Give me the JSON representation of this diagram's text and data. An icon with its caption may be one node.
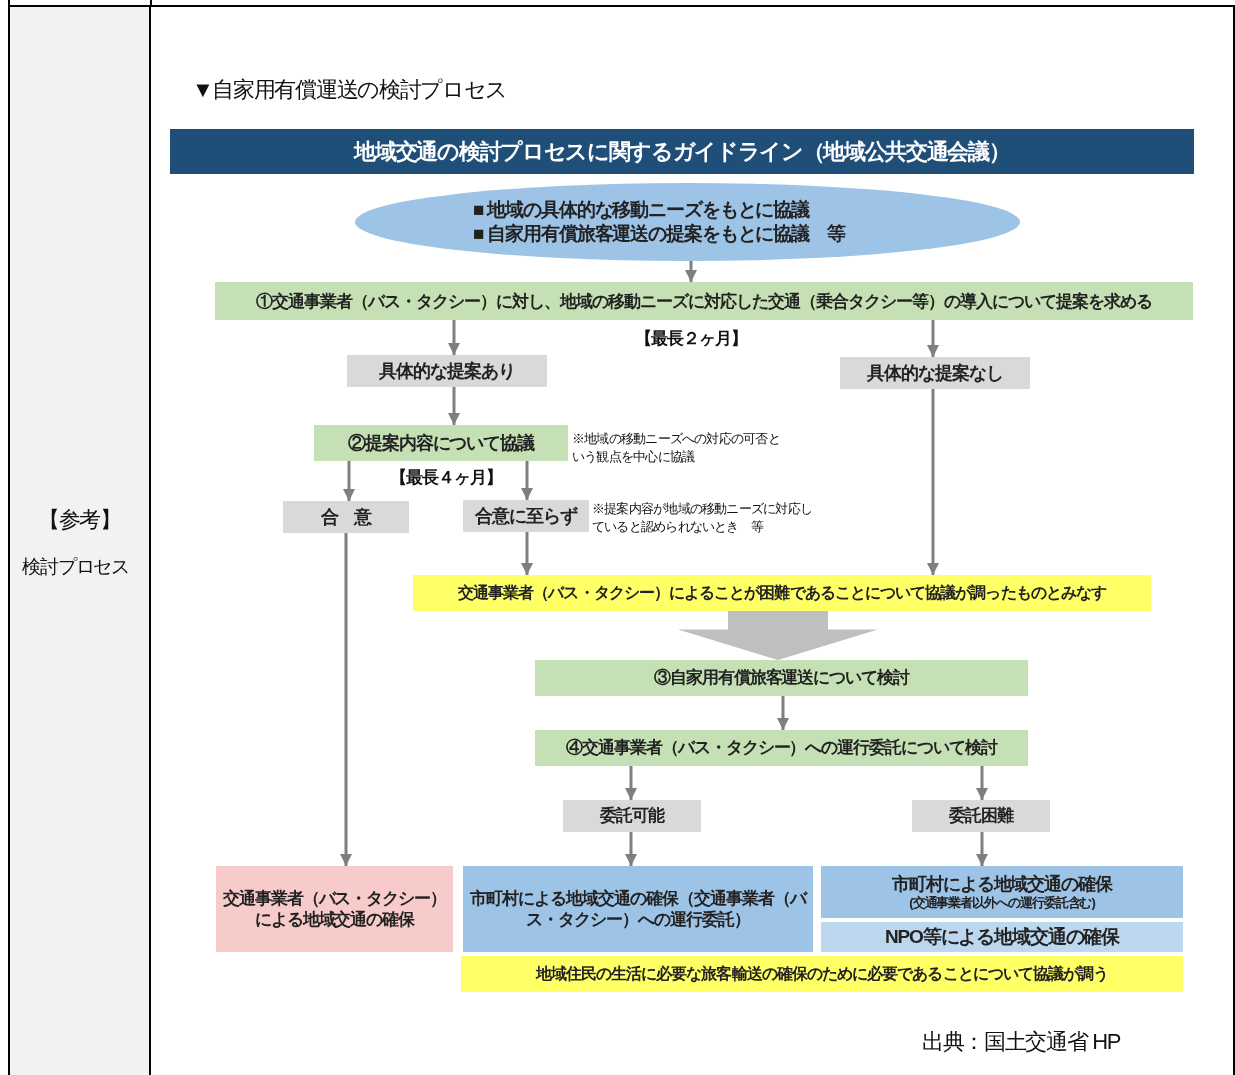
{
  "diagram": {
    "title": "▼自家用有償運送の検討プロセス",
    "caption": "出典：国土交通省 HP",
    "nodes": [
      {
        "text": [
          "地域交通の検討プロセスに関するガイドライン（地域公共交通会議）"
        ]
      },
      {
        "text": [
          "■ 地域の具体的な移動ニーズをもとに協議",
          "■ 自家用有償旅客運送の提案をもとに協議　等"
        ]
      },
      {
        "text": [
          "①交通事業者（バス・タクシー）に対し、地域の移動ニーズに対応した交通（乗合タクシー等）の導入について提案を求める"
        ],
        "beside": [
          "【最長２ヶ月】"
        ]
      },
      {
        "text": [
          "具体的な提案あり"
        ]
      },
      {
        "text": [
          "具体的な提案なし"
        ]
      },
      {
        "text": [
          "②提案内容について協議"
        ],
        "beside": [
          "※地域の移動ニーズへの対応の可否という観点を中心に協議",
          "【最長４ヶ月】"
        ]
      },
      {
        "text": [
          "合　意"
        ]
      },
      {
        "text": [
          "合意に至らず"
        ],
        "beside": [
          "※提案内容が地域の移動ニーズに対応していると認められないとき　等"
        ]
      },
      {
        "text": [
          "交通事業者（バス・タクシー）によることが困難であることについて協議が調ったものとみなす"
        ]
      },
      {
        "text": [
          "③自家用有償旅客運送について検討"
        ]
      },
      {
        "text": [
          "④交通事業者（バス・タクシー）への運行委託について検討"
        ]
      },
      {
        "text": [
          "委託可能"
        ]
      },
      {
        "text": [
          "委託困難"
        ]
      },
      {
        "text": [
          "交通事業者（バス・タクシー）による地域交通の確保"
        ]
      },
      {
        "text": [
          "市町村による地域交通の確保（交通事業者（バス・タクシー）への運行委託）"
        ]
      },
      {
        "text": [
          "市町村による地域交通の確保",
          "(交通事業者以外への運行委託含む)"
        ]
      },
      {
        "text": [
          "NPO等による地域交通の確保"
        ]
      },
      {
        "text": [
          "地域住民の生活に必要な旅客輸送の確保のために必要であることについて協議が調う"
        ]
      }
    ],
    "edges": [
      {
        "from": 1,
        "to": 2,
        "arrow": "to"
      },
      {
        "from": 2,
        "to": 3,
        "arrow": "to"
      },
      {
        "from": 2,
        "to": 4,
        "arrow": "to"
      },
      {
        "from": 3,
        "to": 5,
        "arrow": "to"
      },
      {
        "from": 5,
        "to": 6,
        "arrow": "to"
      },
      {
        "from": 5,
        "to": 7,
        "arrow": "to"
      },
      {
        "from": 7,
        "to": 8,
        "arrow": "to"
      },
      {
        "from": 4,
        "to": 8,
        "arrow": "to"
      },
      {
        "from": 6,
        "to": 13,
        "arrow": "to"
      },
      {
        "from": 8,
        "to": 9,
        "arrow": "to",
        "style": "thick"
      },
      {
        "from": 9,
        "to": 10,
        "arrow": "to"
      },
      {
        "from": 10,
        "to": 11,
        "arrow": "to"
      },
      {
        "from": 10,
        "to": 12,
        "arrow": "to"
      },
      {
        "from": 11,
        "to": 14,
        "arrow": "to"
      },
      {
        "from": 12,
        "to": 15,
        "arrow": "to"
      }
    ],
    "labels": [
      "【参考】",
      "検討プロセス"
    ]
  }
}
